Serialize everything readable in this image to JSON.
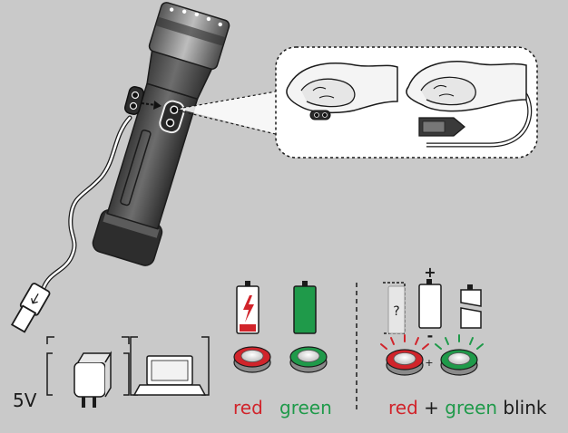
{
  "voltage_label": "5V",
  "states": {
    "charging": {
      "label": "red",
      "color": "#d1242b"
    },
    "charged": {
      "label": "green",
      "color": "#1f9a4a"
    },
    "error": {
      "label_red": "red",
      "label_plus": "+",
      "label_green": "green",
      "label_blink": "blink",
      "battery_unknown_mark": "?",
      "battery_plus": "+",
      "battery_minus": "-"
    }
  },
  "colors": {
    "background": "#c9c9c9",
    "red": "#d1242b",
    "green": "#1f9a4a",
    "outline": "#1b1b1b"
  }
}
